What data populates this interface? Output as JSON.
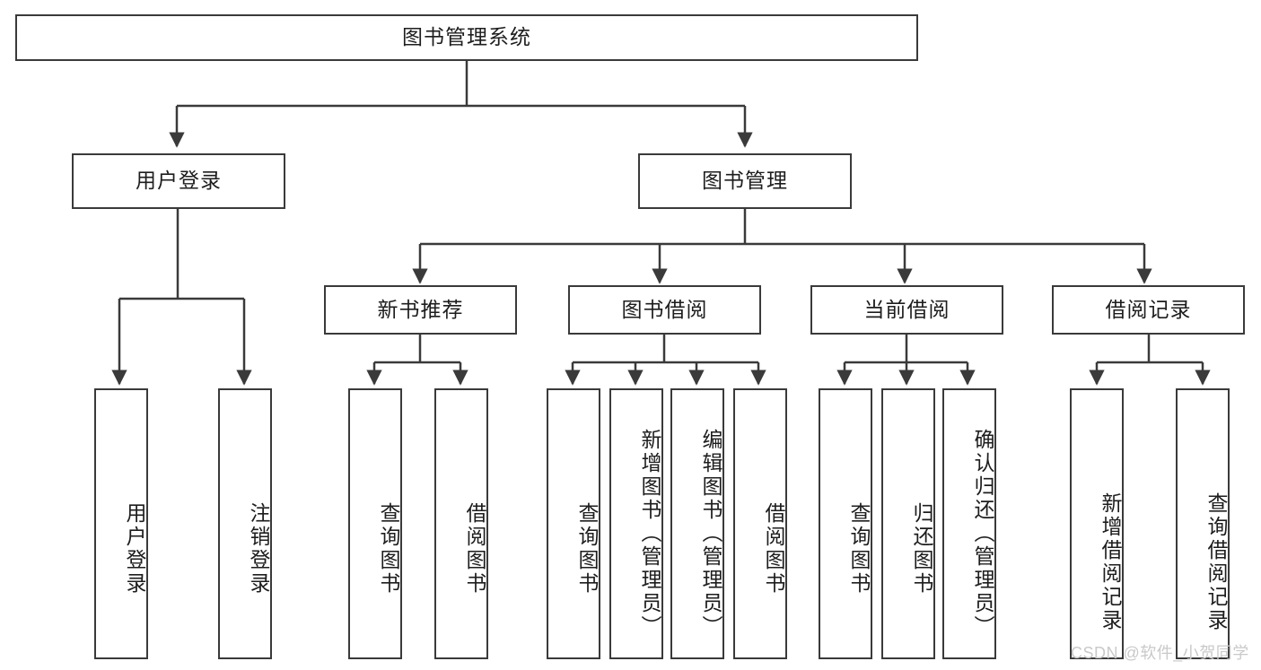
{
  "diagram": {
    "title": "图书管理系统",
    "root": {
      "label": "图书管理系统"
    },
    "level2": [
      {
        "label": "用户登录"
      },
      {
        "label": "图书管理"
      }
    ],
    "level3": [
      {
        "label": "新书推荐"
      },
      {
        "label": "图书借阅"
      },
      {
        "label": "当前借阅"
      },
      {
        "label": "借阅记录"
      }
    ],
    "leaves": {
      "user_login": [
        {
          "label": "用户登录"
        },
        {
          "label": "注销登录"
        }
      ],
      "new_book_recommend": [
        {
          "label": "查询图书"
        },
        {
          "label": "借阅图书"
        }
      ],
      "book_borrow": [
        {
          "label": "查询图书"
        },
        {
          "label": "新增图书（管理员）"
        },
        {
          "label": "编辑图书（管理员）"
        },
        {
          "label": "借阅图书"
        }
      ],
      "current_borrow": [
        {
          "label": "查询图书"
        },
        {
          "label": "归还图书"
        },
        {
          "label": "确认归还（管理员）"
        }
      ],
      "borrow_record": [
        {
          "label": "新增借阅记录"
        },
        {
          "label": "查询借阅记录"
        }
      ]
    }
  },
  "watermark": {
    "text": "CSDN @软件_小贺同学"
  },
  "colors": {
    "stroke": "#3a3a3a",
    "text": "#1d1d1d",
    "background": "#ffffff",
    "watermark": "#c9c9c9"
  }
}
